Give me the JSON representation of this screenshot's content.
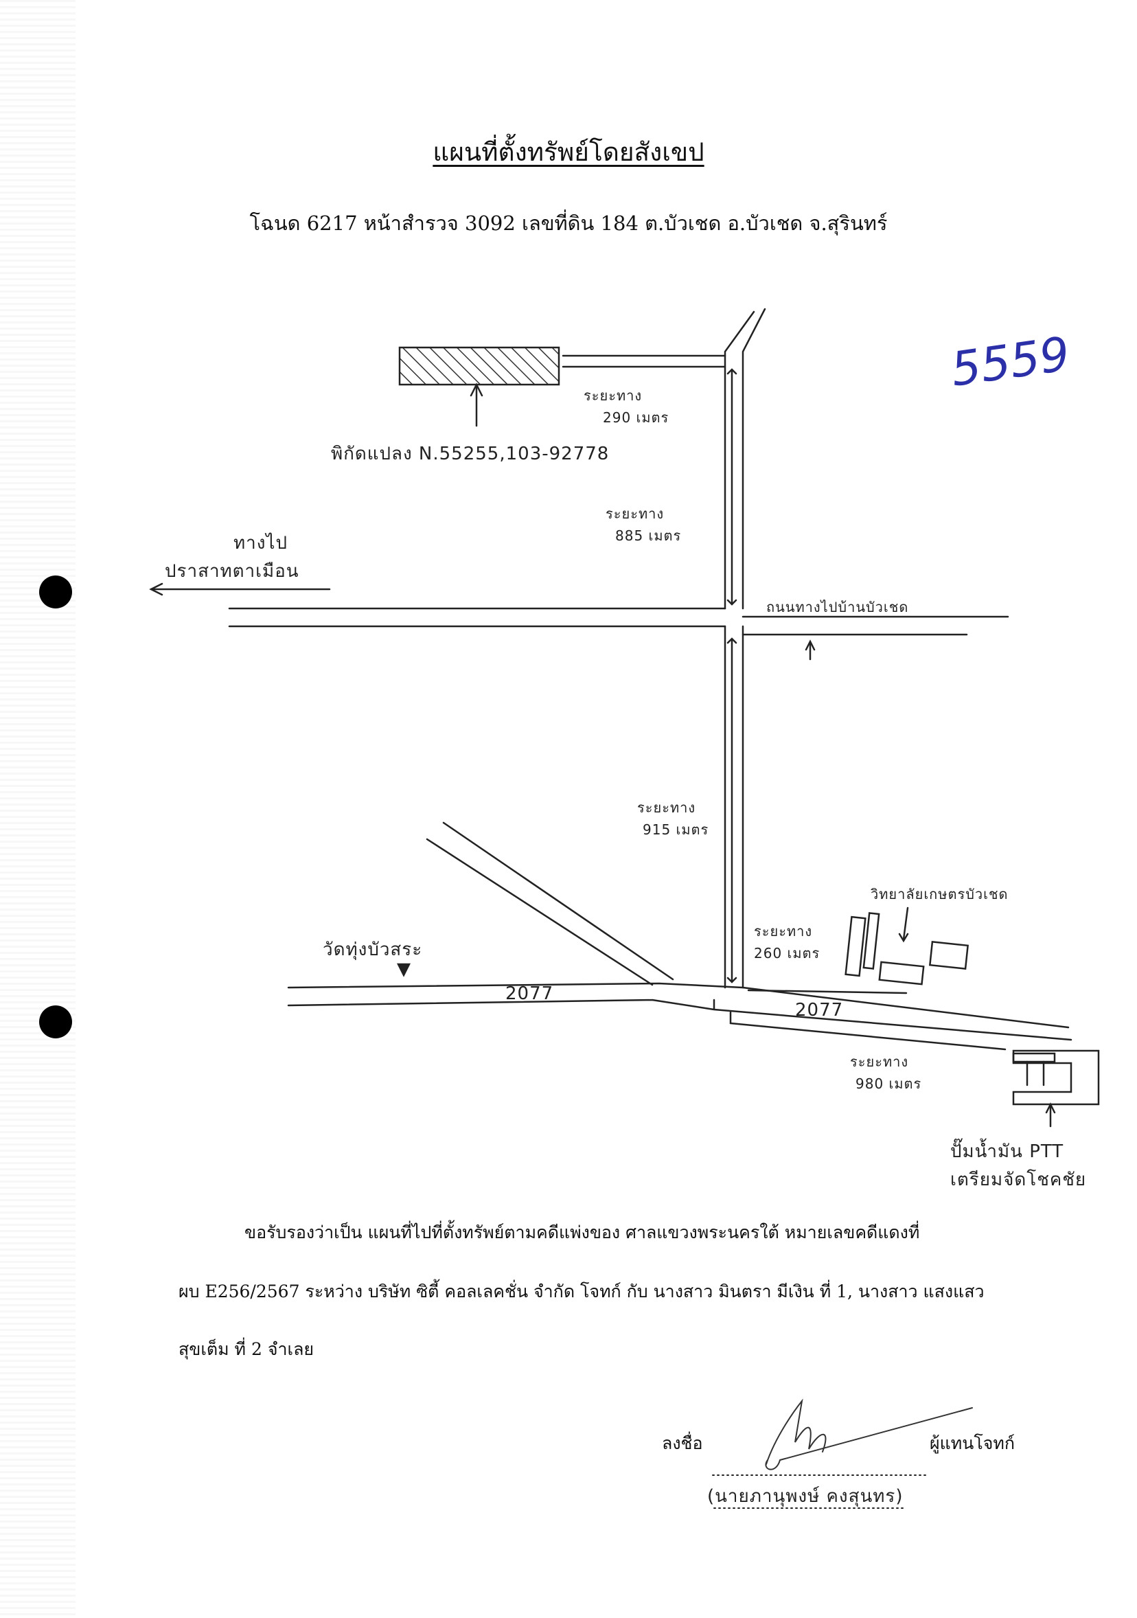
{
  "document": {
    "title": "แผนที่ตั้งทรัพย์โดยสังเขป",
    "subtitle": "โฉนด 6217 หน้าสำรวจ 3092 เลขที่ดิน 184 ต.บัวเชด อ.บัวเชด จ.สุรินทร์",
    "stamp_number": "5559"
  },
  "map": {
    "coords_note": "พิกัดแปลง N.55255,103-92778",
    "dist_top": {
      "line1": "ระยะทาง",
      "line2": "290 เมตร"
    },
    "dist_mid": {
      "line1": "ระยะทาง",
      "line2": "885 เมตร"
    },
    "dist_lower": {
      "line1": "ระยะทาง",
      "line2": "915 เมตร"
    },
    "dist_school": {
      "line1": "ระยะทาง",
      "line2": "260 เมตร"
    },
    "dist_ptt": {
      "line1": "ระยะทาง",
      "line2": "980 เมตร"
    },
    "west_arrow": {
      "line1": "ทางไป",
      "line2": "ปราสาทตาเมือน"
    },
    "east_road": "ถนนทางไปบ้านบัวเชด",
    "temple": "วัดทุ่งบัวสระ",
    "school": "วิทยาลัยเกษตรบัวเชด",
    "road_number_left": "2077",
    "road_number_right": "2077",
    "ptt_line1": "ปั๊มน้ำมัน PTT",
    "ptt_line2": "เตรียมจัดโชคชัย"
  },
  "certification": {
    "line1": "ขอรับรองว่าเป็น แผนที่ไปที่ตั้งทรัพย์ตามคดีแพ่งของ  ศาลแขวงพระนครใต้ หมายเลขคดีแดงที่",
    "line2": "ผบ E256/2567 ระหว่าง บริษัท ซิตี้ คอลเลคชั่น จำกัด  โจทก์ กับ นางสาว มินตรา มีเงิน ที่ 1, นางสาว แสงแสว",
    "line3": "สุขเต็ม ที่ 2 จำเลย"
  },
  "signature": {
    "sign_prefix": "ลงชื่อ",
    "sign_suffix": "ผู้แทนโจทก์",
    "printed_name": "(นายภานุพงษ์ คงสุนทร)"
  }
}
